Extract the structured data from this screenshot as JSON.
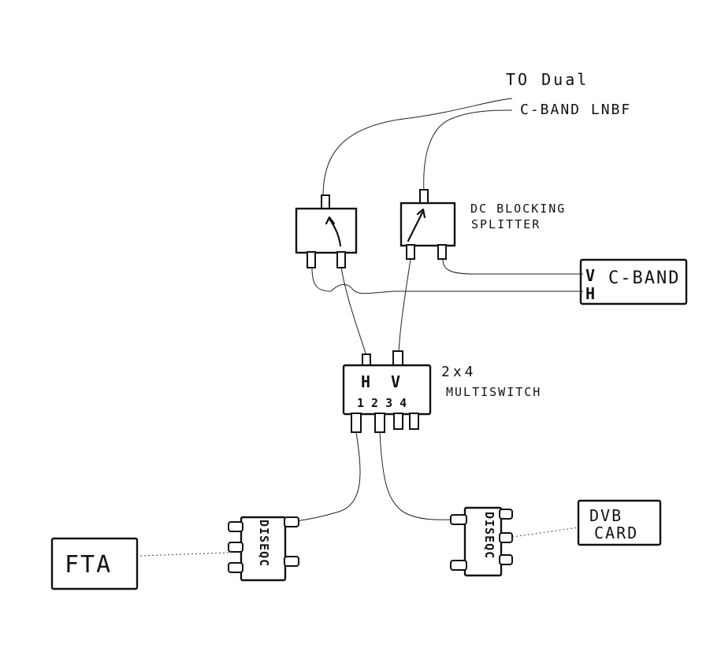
{
  "labels": {
    "lnbf_line1": "TO Dual",
    "lnbf_line2": "C-BAND LNBF",
    "splitter_line1": "DC BLOCKING",
    "splitter_line2": "SPLITTER",
    "cband_v": "V",
    "cband_h": "H",
    "cband_title": "C-BAND",
    "multiswitch_h": "H",
    "multiswitch_v": "V",
    "multiswitch_ports": "1 2 3 4",
    "multiswitch_line1": "2x4",
    "multiswitch_line2": "MULTISWITCH",
    "diseqc_left": "DISEQC",
    "diseqc_right": "DISEQC",
    "fta": "FTA",
    "dvb_line1": "DVB",
    "dvb_line2": "CARD"
  }
}
